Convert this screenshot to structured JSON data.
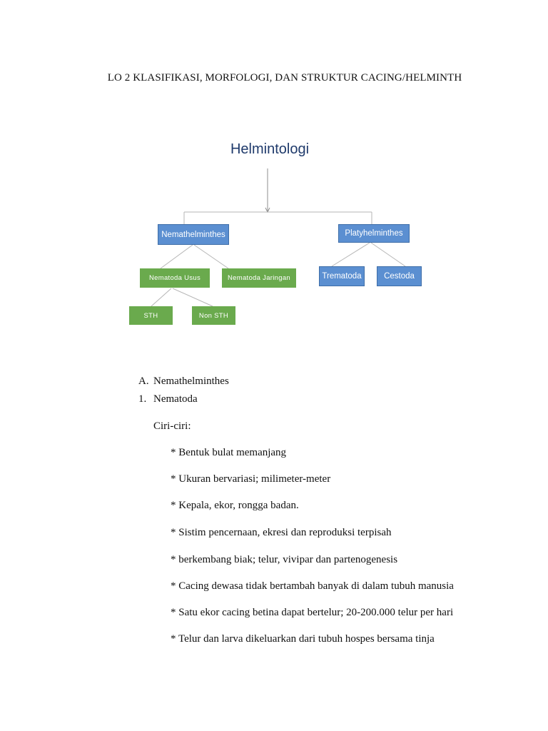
{
  "document": {
    "title": "LO 2 KLASIFIKASI, MORFOLOGI, DAN STRUKTUR CACING/HELMINTH"
  },
  "diagram": {
    "root": "Helmintologi",
    "level1": {
      "nemathelminthes": "Nemathelminthes",
      "platyhelminthes": "Platyhelminthes"
    },
    "level2": {
      "nematoda_usus": "Nematoda Usus",
      "nematoda_jaringan": "Nematoda Jaringan",
      "trematoda": "Trematoda",
      "cestoda": "Cestoda"
    },
    "level3": {
      "sth": "STH",
      "non_sth": "Non STH"
    },
    "colors": {
      "blue_node": "#5b8fd1",
      "green_node": "#6aaa4d",
      "root_text": "#1f3a6b"
    }
  },
  "content": {
    "section_marker": "A.",
    "section_title": "Nemathelminthes",
    "item_marker": "1.",
    "item_title": "Nematoda",
    "ciri_label": "Ciri-ciri:",
    "bullets": [
      "* Bentuk bulat memanjang",
      "* Ukuran bervariasi; milimeter-meter",
      "* Kepala, ekor, rongga badan.",
      "* Sistim pencernaan, ekresi dan reproduksi  terpisah",
      "* berkembang biak; telur, vivipar dan partenogenesis",
      "* Cacing dewasa tidak bertambah banyak di dalam tubuh manusia",
      "* Satu ekor cacing betina dapat bertelur; 20-200.000 telur per hari",
      "* Telur dan larva dikeluarkan dari tubuh hospes bersama tinja"
    ]
  }
}
